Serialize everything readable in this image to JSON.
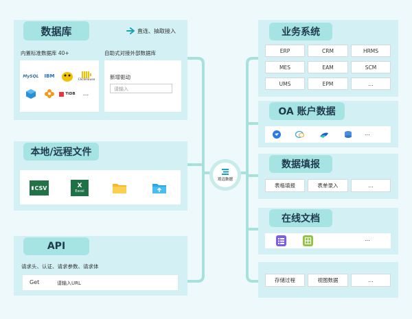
{
  "left": {
    "database": {
      "title": "数据库",
      "direct_note": "直连、抽取接入",
      "builtin_caption": "内置标准数据库 40+",
      "external_caption": "自助式对接外部数据库",
      "logos": [
        "MySQL",
        "IBM",
        "Hive",
        "ClickHouse",
        "",
        "",
        "TiDB",
        "..."
      ],
      "new_driver_label": "新增驱动",
      "driver_placeholder": "请输入"
    },
    "files": {
      "title": "本地/远程文件",
      "items": [
        "CSV",
        "Excel",
        "",
        ""
      ]
    },
    "api": {
      "title": "API",
      "caption": "请求头、认证、请求参数、请求体",
      "method": "Get",
      "url_placeholder": "请输入URL"
    }
  },
  "center": {
    "label": "观远数据"
  },
  "right": {
    "business": {
      "title": "业务系统",
      "items": [
        "ERP",
        "CRM",
        "HRMS",
        "MES",
        "EAM",
        "SCM",
        "UMS",
        "EPM",
        "..."
      ]
    },
    "oa": {
      "title": "OA 账户数据",
      "more": "..."
    },
    "fill": {
      "title": "数据填报",
      "items": [
        "表格填报",
        "表单录入",
        "..."
      ]
    },
    "docs": {
      "title": "在线文档",
      "more": "..."
    },
    "storage": {
      "items": [
        "存储过程",
        "视图数据",
        "..."
      ]
    }
  },
  "colors": {
    "panel": "#d3f0f4",
    "tag": "#a6e4e4",
    "connector": "#a8e0dc",
    "arrow": "#17a2b8"
  }
}
